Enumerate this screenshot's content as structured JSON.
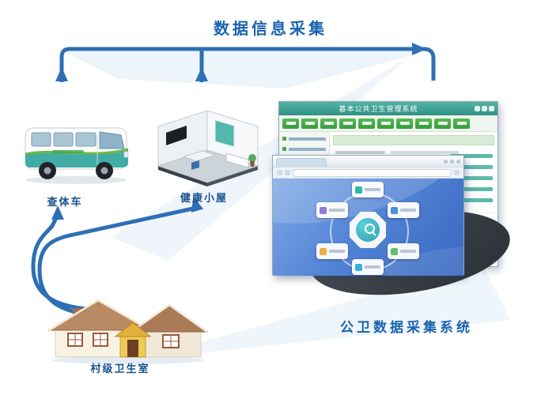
{
  "title": "数据信息采集",
  "labels": {
    "van": "查体车",
    "cabin": "健康小屋",
    "clinic": "村级卫生室",
    "system": "公卫数据采集系统"
  },
  "windows": {
    "back": {
      "title": "基本公共卫生管理系统"
    }
  },
  "colors": {
    "arrow": "#2e6fb5",
    "title_text": "#1a63ad",
    "label_text": "#17518f",
    "wash": "#d7e6f5",
    "app_titlebar": "#2f9183",
    "toolbar_button": "#3a9a3e",
    "screen_blue": "#3767c0",
    "hub_teal": "#2d9fb5"
  }
}
